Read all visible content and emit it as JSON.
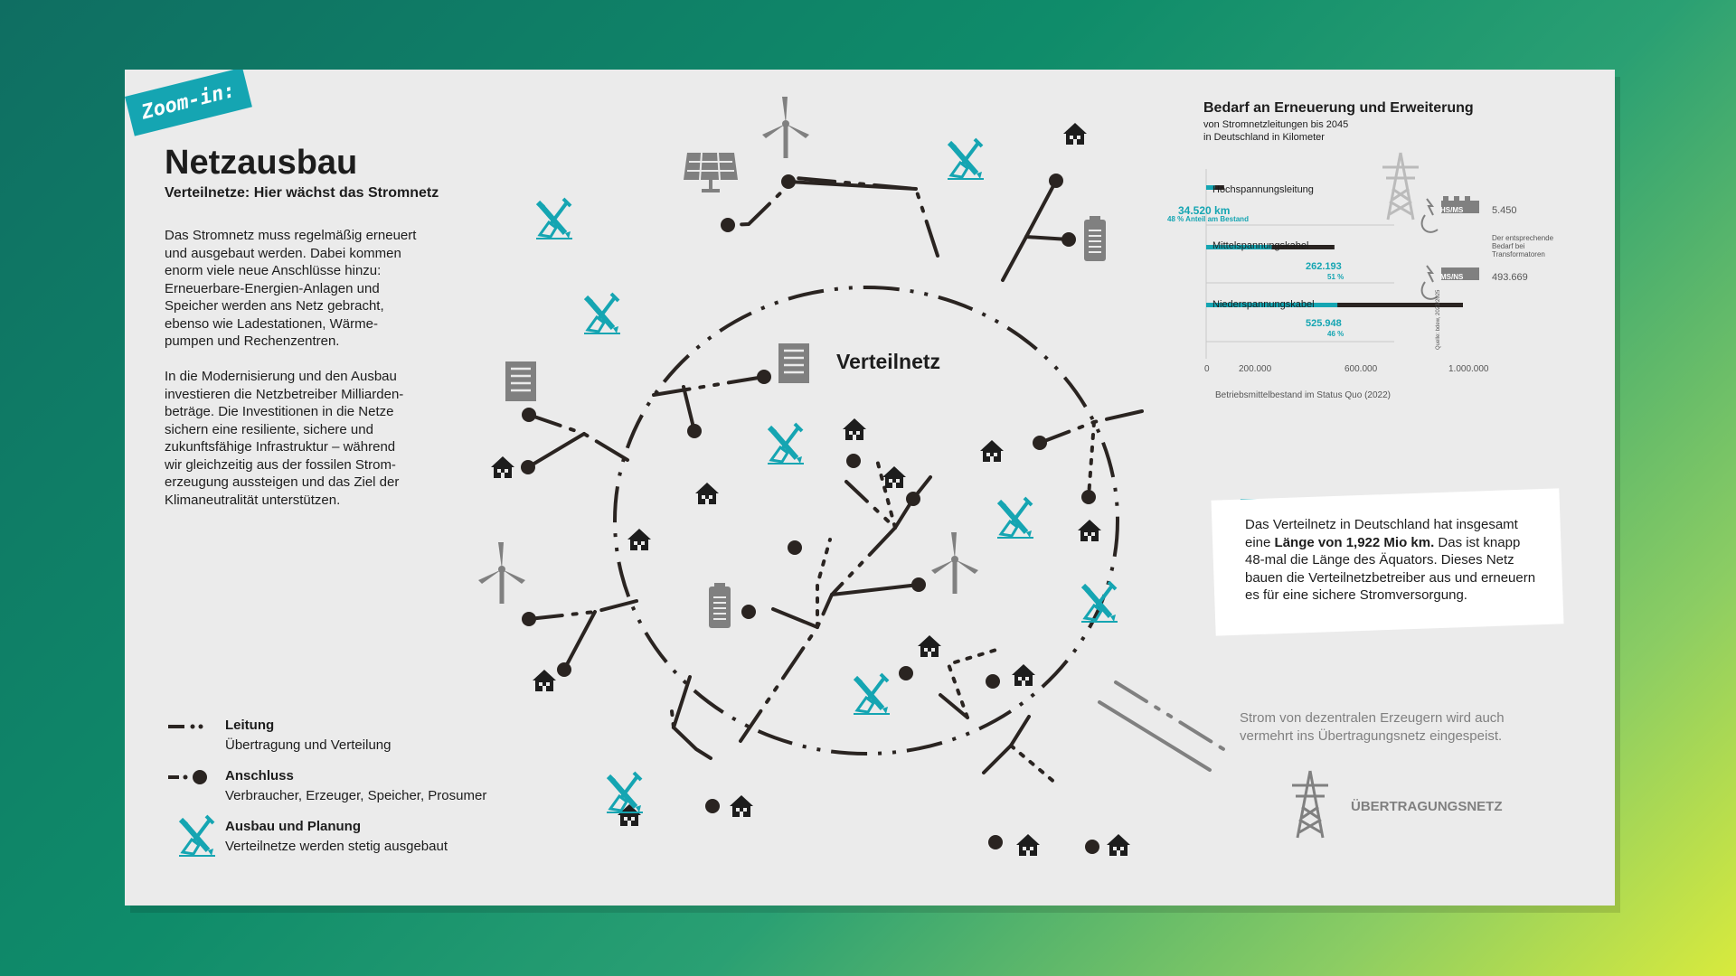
{
  "tag": "Zoom-in:",
  "title": "Netzausbau",
  "subtitle": "Verteilnetze: Hier wächst das Stromnetz",
  "paragraphs": {
    "p1": [
      "Das Stromnetz muss regelmäßig erneuert",
      "und ausgebaut werden. Dabei kommen",
      "enorm viele neue Anschlüsse hinzu:",
      "Erneuerbare-Energien-Anlagen und",
      "Speicher werden ans Netz gebracht,",
      "ebenso wie Ladestationen, Wärme-",
      "pumpen und Rechenzentren."
    ],
    "p2": [
      "In die Modernisierung und den Ausbau",
      "investieren die Netzbetreiber Milliarden-",
      "beträge. Die Investitionen in die Netze",
      "sichern eine resiliente, sichere und",
      "zukunftsfähige Infrastruktur – während",
      "wir gleichzeitig aus der fossilen Strom-",
      "erzeugung aussteigen und das Ziel der",
      "Klimaneutralität unterstützen."
    ]
  },
  "legend": {
    "line_title": "Leitung",
    "line_desc": "Übertragung und Verteilung",
    "conn_title": "Anschluss",
    "conn_desc": "Verbraucher, Erzeuger, Speicher, Prosumer",
    "build_title": "Ausbau und Planung",
    "build_desc": "Verteilnetze werden stetig ausgebaut"
  },
  "network_label": "Verteilnetz",
  "chart": {
    "title": "Bedarf an Erneuerung und Erweiterung",
    "sub1": "von Stromnetzleitungen bis 2045",
    "sub2": "in Deutschland in Kilometer",
    "rows": [
      {
        "name": "Hochspannungsleitung",
        "value": "34.520 km",
        "pct": "48 % Anteil am Bestand",
        "side": "5.450",
        "box": "HS/MS"
      },
      {
        "name": "Mittelspannungskabel",
        "value": "262.193",
        "pct": "51 %",
        "side": "493.669",
        "box": "MS/NS"
      },
      {
        "name": "Niederspannungskabel",
        "value": "525.948",
        "pct": "46 %"
      }
    ],
    "side_note": [
      "Der entsprechende",
      "Bedarf bei",
      "Transformatoren"
    ],
    "ticks": [
      "0",
      "200.000",
      "600.000",
      "1.000.000"
    ],
    "caption": "Betriebsmittelbestand im Status Quo (2022)",
    "source": "Quelle: bdew, 2023/2025"
  },
  "chart_data": {
    "type": "bar",
    "categories": [
      "Hochspannungsleitung",
      "Mittelspannungskabel",
      "Niederspannungskabel"
    ],
    "series": [
      {
        "values": [
          34520,
          262193,
          525948
        ]
      }
    ],
    "share_of_stock_percent": [
      48,
      51,
      46
    ],
    "transformers": [
      {
        "label": "HS/MS",
        "value": 5450
      },
      {
        "label": "MS/NS",
        "value": 493669
      }
    ],
    "xlabel": "Betriebsmittelbestand im Status Quo (2022)",
    "xlim": [
      0,
      1100000
    ]
  },
  "info_box": {
    "t1": "Das Verteilnetz in Deutschland hat insgesamt",
    "t2a": "eine ",
    "t2b": "Länge von 1,922 Mio km.",
    "t2c": " Das ist knapp",
    "t3": "48-mal die Länge des Äquators. Dieses Netz",
    "t4": "bauen die Verteilnetzbetreiber aus und erneuern",
    "t5": "es für eine sichere Stromversorgung."
  },
  "note": [
    "Strom von dezentralen Erzeugern wird auch",
    "vermehrt ins Übertragungsnetz eingespeist."
  ],
  "transmission_label": "ÜBERTRAGUNGSNETZ",
  "colors": {
    "teal": "#15a5b2",
    "dark": "#2a2421",
    "grey": "#808080",
    "card": "#ebebeb"
  },
  "icons": [
    "house-icon",
    "wind-turbine-icon",
    "solar-panel-icon",
    "battery-icon",
    "server-icon",
    "shovel-pencil-icon",
    "lightning-icon",
    "pylon-icon"
  ]
}
